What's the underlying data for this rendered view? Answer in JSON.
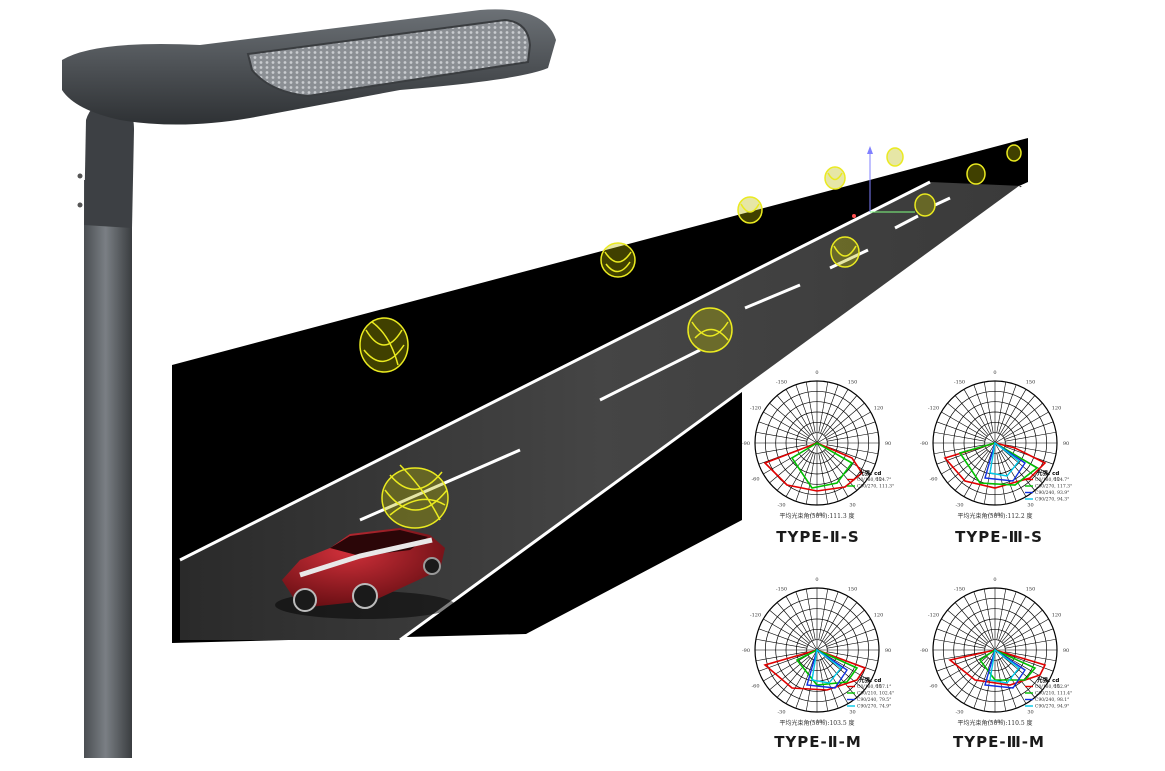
{
  "panels": [
    {
      "label": "TYPE-Ⅱ-S",
      "unit_label": "光强: cd",
      "beam_text": "平均光束角(50%):111.3  度",
      "legend": [
        {
          "text": "C0/180, 124.7°",
          "color": "#e00000"
        },
        {
          "text": "C90/270, 111.3°",
          "color": "#00c000"
        }
      ]
    },
    {
      "label": "TYPE-Ⅲ-S",
      "unit_label": "光强: cd",
      "beam_text": "平均光束角(50%):112.2  度",
      "legend": [
        {
          "text": "C0/180, 124.7°",
          "color": "#e00000"
        },
        {
          "text": "C90/270, 117.3°",
          "color": "#00c000"
        },
        {
          "text": "C90/240, 93.9°",
          "color": "#1030e0"
        },
        {
          "text": "C90/270, 94.3°",
          "color": "#00c8e8"
        }
      ]
    },
    {
      "label": "TYPE-Ⅱ-M",
      "unit_label": "光强: cd",
      "beam_text": "平均光束角(50%):103.5  度",
      "legend": [
        {
          "text": "C0/180, 157.1°",
          "color": "#e00000"
        },
        {
          "text": "C90/210, 102.4°",
          "color": "#00c000"
        },
        {
          "text": "C90/240, 79.5°",
          "color": "#1030e0"
        },
        {
          "text": "C90/270, 74.9°",
          "color": "#00c8e8"
        }
      ]
    },
    {
      "label": "TYPE-Ⅲ-M",
      "unit_label": "光强: cd",
      "beam_text": "平均光束角(50%):110.5  度",
      "legend": [
        {
          "text": "C0/180, 152.9°",
          "color": "#e00000"
        },
        {
          "text": "C90/210, 111.4°",
          "color": "#00c000"
        },
        {
          "text": "C90/240, 98.1°",
          "color": "#1030e0"
        },
        {
          "text": "C90/270, 94.9°",
          "color": "#00c8e8"
        }
      ]
    }
  ],
  "polar_angle_labels": [
    "-/+180",
    "-150",
    "150",
    "-120",
    "120",
    "-90",
    "90",
    "-60",
    "60",
    "-30",
    "30",
    "0"
  ],
  "colors": {
    "road_panel": "#000000",
    "road_surface": "#333333",
    "lane_marking": "#ffffff",
    "light_distribution": "#e8e81a",
    "car_body": "#8a0f14",
    "pole": "#5a5e62"
  }
}
